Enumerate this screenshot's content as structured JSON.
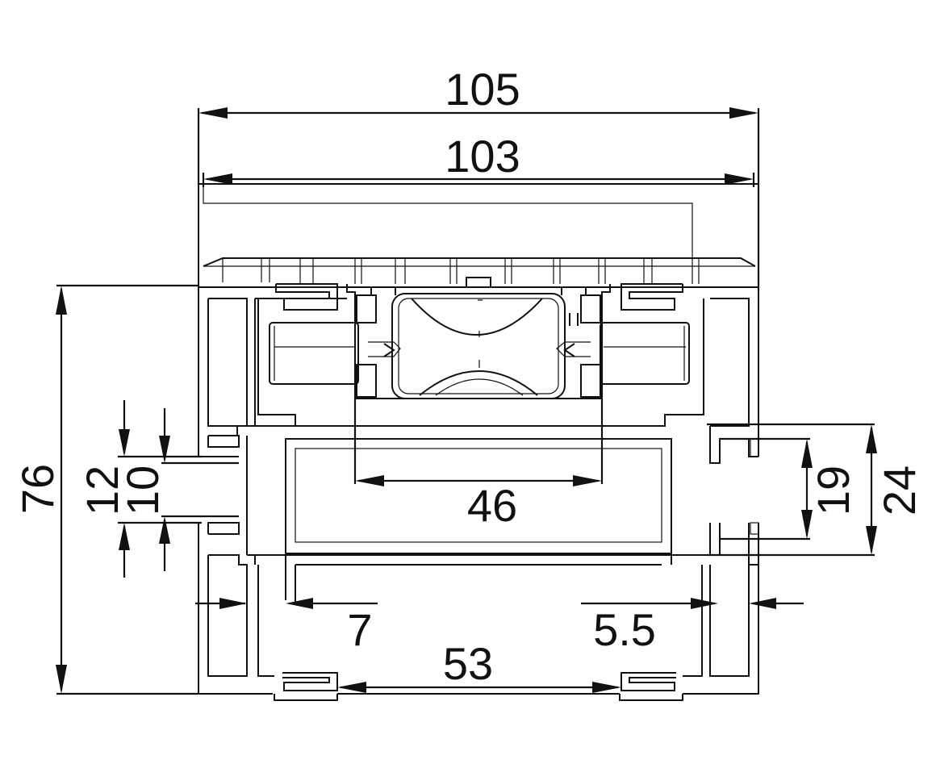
{
  "drawing": {
    "dimensions": {
      "overall_width": "105",
      "sash_width": "103",
      "frame_height": "76",
      "left_upper_gap": "12",
      "left_lower_gap": "10",
      "glass_opening": "46",
      "right_outer_gap": "24",
      "right_inner_gap": "19",
      "left_wall": "7",
      "right_wall": "5.5",
      "bottom_span": "53"
    }
  }
}
